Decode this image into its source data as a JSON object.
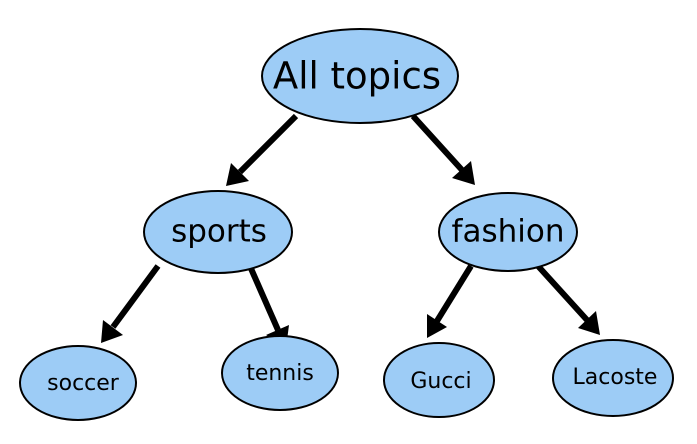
{
  "colors": {
    "node_fill": "#9dccf6",
    "node_stroke": "#000000",
    "arrow": "#000000"
  },
  "nodes": {
    "root": {
      "label": "All topics"
    },
    "sports": {
      "label": "sports"
    },
    "fashion": {
      "label": "fashion"
    },
    "soccer": {
      "label": "soccer"
    },
    "tennis": {
      "label": "tennis"
    },
    "gucci": {
      "label": "Gucci"
    },
    "lacoste": {
      "label": "Lacoste"
    }
  },
  "edges": [
    {
      "from": "root",
      "to": "sports"
    },
    {
      "from": "root",
      "to": "fashion"
    },
    {
      "from": "sports",
      "to": "soccer"
    },
    {
      "from": "sports",
      "to": "tennis"
    },
    {
      "from": "fashion",
      "to": "gucci"
    },
    {
      "from": "fashion",
      "to": "lacoste"
    }
  ]
}
